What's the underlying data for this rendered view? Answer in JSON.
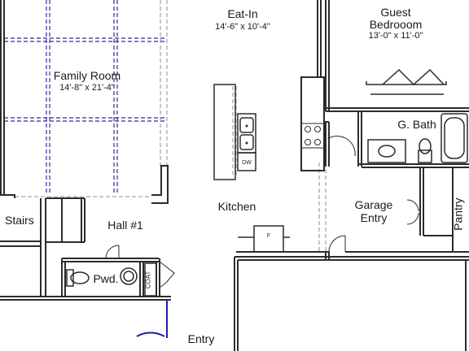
{
  "rooms": {
    "family_room": {
      "name": "Family Room",
      "dims": "14'-8\" x 21'-4\""
    },
    "eat_in": {
      "name": "Eat-In",
      "dims": "14'-6\" x 10'-4\""
    },
    "guest_bedroom": {
      "name_line1": "Guest",
      "name_line2": "Bedrooom",
      "dims": "13'-0\" x 11'-0\""
    },
    "g_bath": {
      "name": "G. Bath"
    },
    "kitchen": {
      "name": "Kitchen"
    },
    "stairs": {
      "name": "Stairs"
    },
    "hall": {
      "name": "Hall #1"
    },
    "garage_entry": {
      "name_line1": "Garage",
      "name_line2": "Entry"
    },
    "pantry": {
      "name": "Pantry"
    },
    "powder": {
      "name": "Pwd."
    },
    "entry": {
      "name": "Entry"
    }
  },
  "fixtures": {
    "dishwasher": "DW",
    "fridge": "F",
    "coat": "COAT"
  },
  "colors": {
    "wall": "#2b2b2b",
    "dashed_beam": "#8c8c8c",
    "ceiling_grid": "#2c2c9c",
    "door": "#1e1ea8"
  }
}
